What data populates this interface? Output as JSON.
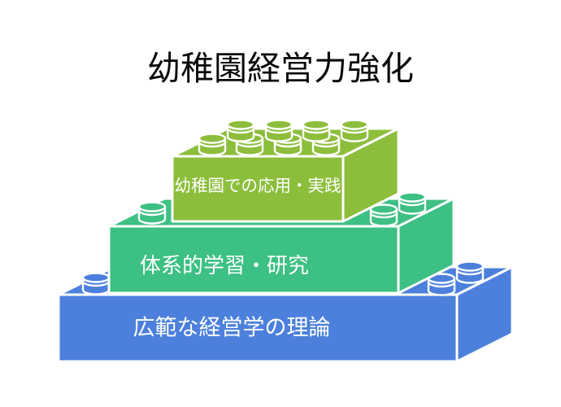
{
  "title": "幼稚園経営力強化",
  "diagram": {
    "type": "lego-brick-pyramid",
    "description_order": "top-to-bottom",
    "bricks": [
      {
        "id": "top",
        "label": "幼稚園での応用・実践",
        "color": "#8CBE3C"
      },
      {
        "id": "middle",
        "label": "体系的学習・研究",
        "color": "#3CC083"
      },
      {
        "id": "bottom",
        "label": "広範な経営学の理論",
        "color": "#4C80DC"
      }
    ],
    "outline_color": "#FFFFFF",
    "label_color": "#FFFFFF",
    "title_color": "#0A0A0A",
    "background_color": "#FFFFFF"
  }
}
